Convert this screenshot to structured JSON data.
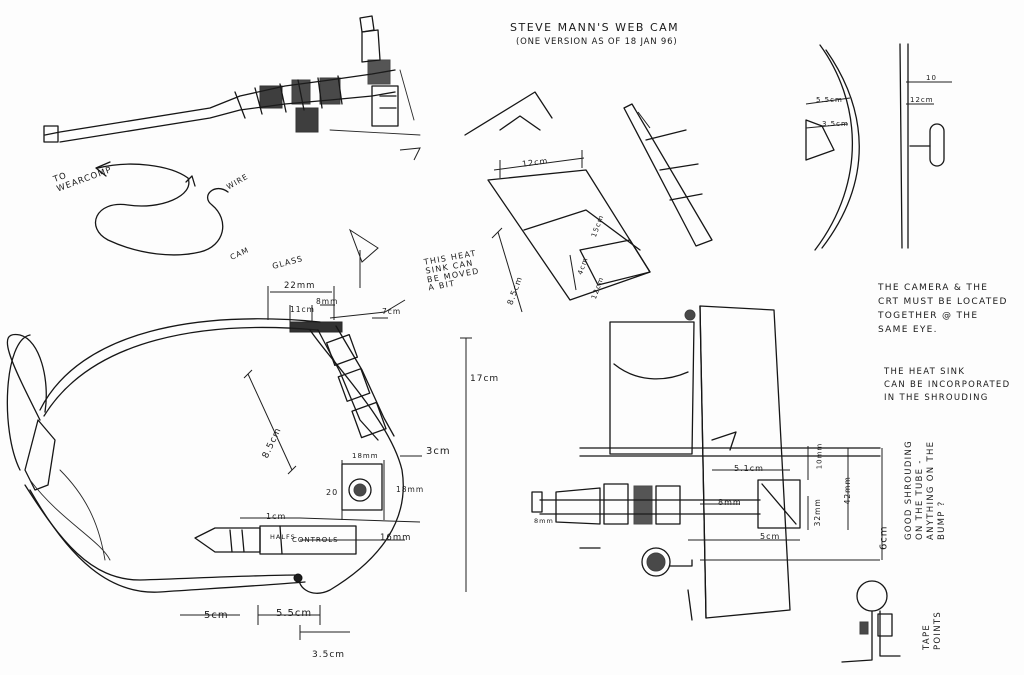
{
  "title": {
    "line1": "STEVE MANN'S WEB CAM",
    "line2": "(ONE VERSION AS OF 18 JAN 96)"
  },
  "labels": {
    "to_wearcomp": "TO\nWEARCOMP",
    "wire": "WIRE",
    "cam": "CAM",
    "glass": "GLASS",
    "heat_sink_note": "THIS HEAT\nSINK CAN\nBE MOVED\nA BIT",
    "d_22mm": "22mm",
    "d_11cm": "11cm",
    "d_8mm": "8mm",
    "d_7cm": "7cm",
    "d_17cm": "17cm",
    "d_8_5cm": "8.5cm",
    "d_3cm": "3cm",
    "d_18mm_a": "18mm",
    "d_18mm_b": "18mm",
    "d_20": "20",
    "d_1cm": "1cm",
    "d_16mm": "16mm",
    "halfs": "HALFS",
    "controls": "CONTROLS",
    "d_5cm": "5cm",
    "d_5_5cm": "5.5cm",
    "d_3_5cm": "3.5cm",
    "d_12cm": "12cm",
    "d_8_5cm_b": "8.5cm",
    "d_4cm": "4cm",
    "d_12cm_b": "12cm",
    "d_15cm": "15cm",
    "d_5_5cm_b": "5.5cm",
    "d_3_5cm_b": "3.5cm",
    "d_12cm_c": "12cm",
    "d_10": "10",
    "crt_note": "THE CAMERA & THE\nCRT MUST BE LOCATED\nTOGETHER @ THE\nSAME EYE.",
    "heat_note": "THE HEAT SINK\nCAN BE INCORPORATED\nIN THE SHROUDING",
    "d_5_1cm": "5.1cm",
    "d_10mm": "10mm",
    "d_42mm": "42mm",
    "d_32mm": "32mm",
    "d_8mm_b": "8mm",
    "d_5cm_b": "5cm",
    "d_6cm": "6cm",
    "d_8mm_c": "8mm",
    "shroud_note": "GOOD SHROUDING\nON THE TUBE -\nANYTHING ON THE\nBUMP ?",
    "tape_points": "TAPE\nPOINTS"
  }
}
